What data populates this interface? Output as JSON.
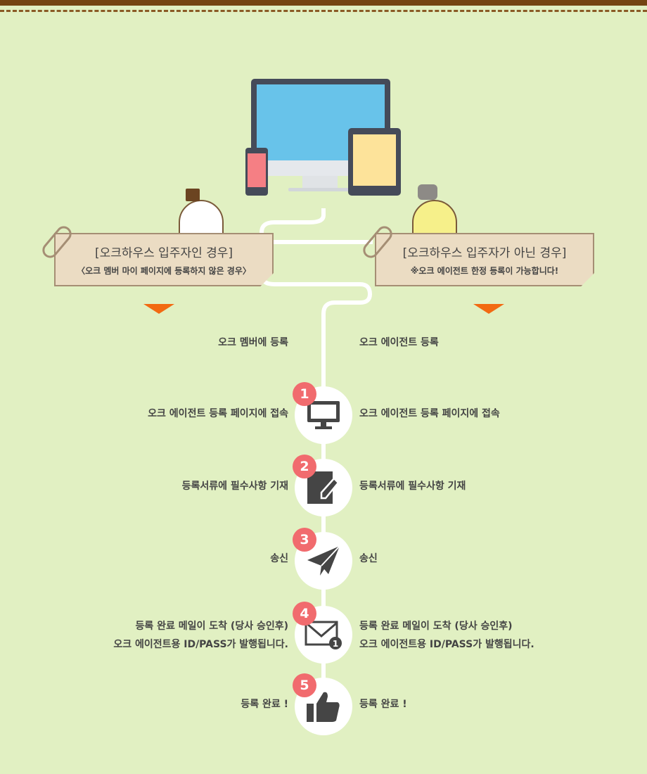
{
  "left_case": {
    "title": "[오크하우스 입주자인 경우]",
    "subtitle": "〈오크 멤버 마이 페이지에 등록하지 않은 경우〉",
    "heading": "오크 멤버에 등록"
  },
  "right_case": {
    "title": "[오크하우스 입주자가 아닌 경우]",
    "subtitle": "※오크 에이전트 한정 등록이 가능합니다!",
    "heading": "오크 에이전트 등록"
  },
  "steps": [
    {
      "num": "1",
      "icon": "monitor-icon",
      "left": "오크 에이전트 등록 페이지에 접속",
      "right": "오크 에이전트 등록 페이지에 접속"
    },
    {
      "num": "2",
      "icon": "edit-document-icon",
      "left": "등록서류에 필수사항 기재",
      "right": "등록서류에 필수사항 기재"
    },
    {
      "num": "3",
      "icon": "paper-plane-icon",
      "left": "송신",
      "right": "송신"
    },
    {
      "num": "4",
      "icon": "mail-notification-icon",
      "left": "등록 완료 메일이 도착 (당사 승인후)",
      "left2": "오크 에이전트용 ID/PASS가 발행됩니다.",
      "right": "등록 완료 메일이 도착 (당사 승인후)",
      "right2": "오크 에이전트용 ID/PASS가 발행됩니다.",
      "mail_badge": "1"
    },
    {
      "num": "5",
      "icon": "thumbs-up-icon",
      "left": "등록 완료 !",
      "right": "등록 완료 !"
    }
  ],
  "colors": {
    "background": "#e1f0c2",
    "badge": "#f16b6e",
    "accent": "#f26a12",
    "icon": "#454545"
  }
}
